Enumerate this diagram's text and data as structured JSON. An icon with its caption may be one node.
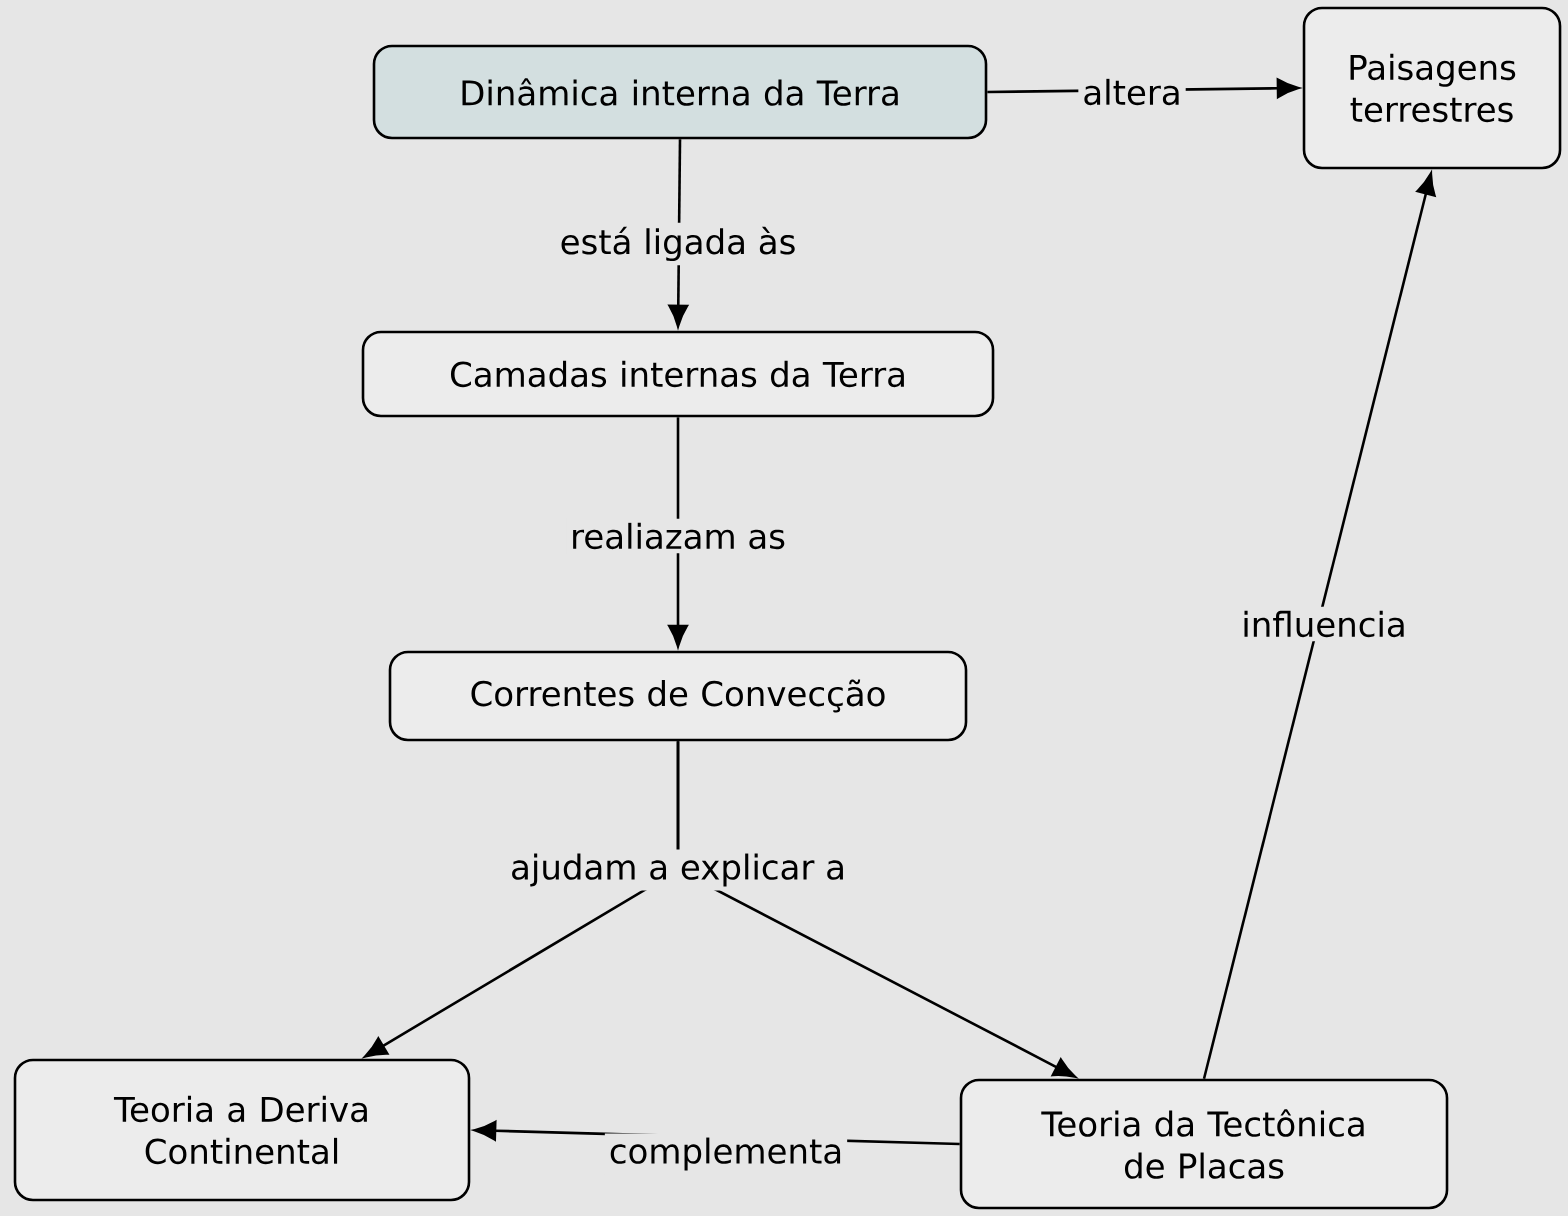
{
  "diagram": {
    "nodes": [
      {
        "text": [
          "Dinâmica interna da Terra"
        ]
      },
      {
        "text": [
          "Paisagens terrestres"
        ]
      },
      {
        "text": [
          "Camadas internas da Terra"
        ]
      },
      {
        "text": [
          "Correntes de Convecção"
        ]
      },
      {
        "text": [
          "Teoria a Deriva Continental"
        ]
      },
      {
        "text": [
          "Teoria da Tectônica de Placas"
        ]
      }
    ],
    "edges": [
      {
        "from": 0,
        "to": 1,
        "arrow": "to",
        "label": "altera"
      },
      {
        "from": 0,
        "to": 2,
        "arrow": "to",
        "label": "está ligada às"
      },
      {
        "from": 2,
        "to": 3,
        "arrow": "to",
        "label": "realiazam as"
      },
      {
        "from": 3,
        "to": 4,
        "arrow": "to",
        "label": "ajudam a explicar a"
      },
      {
        "from": 3,
        "to": 5,
        "arrow": "to"
      },
      {
        "from": 5,
        "to": 1,
        "arrow": "to",
        "label": "influencia"
      },
      {
        "from": 5,
        "to": 4,
        "arrow": "to",
        "label": "complementa"
      }
    ]
  }
}
